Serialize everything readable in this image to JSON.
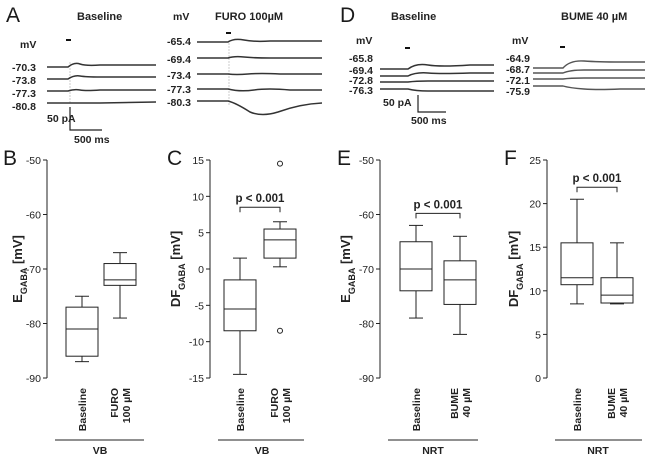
{
  "panels": {
    "A": "A",
    "B": "B",
    "C": "C",
    "D": "D",
    "E": "E",
    "F": "F"
  },
  "traces": {
    "A_left": {
      "title": "Baseline",
      "unit": "mV",
      "levels": [
        "-70.3",
        "-73.8",
        "-77.3",
        "-80.8"
      ]
    },
    "A_right": {
      "title": "FURO 100µM",
      "unit": "mV",
      "levels": [
        "-65.4",
        "-69.4",
        "-73.4",
        "-77.3",
        "-80.3"
      ]
    },
    "D_left": {
      "title": "Baseline",
      "unit": "mV",
      "levels": [
        "-65.8",
        "-69.4",
        "-72.8",
        "-76.3"
      ]
    },
    "D_right": {
      "title": "BUME 40 µM",
      "unit": "mV",
      "levels": [
        "-64.9",
        "-68.7",
        "-72.1",
        "-75.9"
      ]
    },
    "scale_A": {
      "current": "50 pA",
      "time": "500 ms"
    },
    "scale_D": {
      "current": "50 pA",
      "time": "500 ms"
    }
  },
  "chart_data": [
    {
      "panel": "B",
      "type": "box",
      "ylabel_main": "E",
      "ylabel_sub": "GABA",
      "ylabel_unit": " [mV]",
      "ylim": [
        -90,
        -50
      ],
      "yticks": [
        -90,
        -80,
        -70,
        -60,
        -50
      ],
      "yticklabels": [
        "-90",
        "-80",
        "-70",
        "-60",
        "-50"
      ],
      "categories": [
        [
          "Baseline"
        ],
        [
          "FURO",
          "100 µM"
        ]
      ],
      "group": "VB",
      "boxes": [
        {
          "min": -87,
          "q1": -86,
          "median": -81,
          "q3": -77,
          "max": -75
        },
        {
          "min": -79,
          "q1": -73,
          "median": -72,
          "q3": -69,
          "max": -67
        }
      ],
      "outliers": [
        [],
        []
      ],
      "significance": ""
    },
    {
      "panel": "C",
      "type": "box",
      "ylabel_main": "DF",
      "ylabel_sub": "GABA",
      "ylabel_unit": " [mV]",
      "ylim": [
        -15,
        15
      ],
      "yticks": [
        -15,
        -10,
        -5,
        0,
        5,
        10,
        15
      ],
      "yticklabels": [
        "-15",
        "-10",
        "-5",
        "0",
        "5",
        "10",
        "15"
      ],
      "categories": [
        [
          "Baseline"
        ],
        [
          "FURO",
          "100 µM"
        ]
      ],
      "group": "VB",
      "boxes": [
        {
          "min": -14.5,
          "q1": -8.5,
          "median": -5.5,
          "q3": -1.5,
          "max": 1.5
        },
        {
          "min": 0.3,
          "q1": 1.5,
          "median": 4,
          "q3": 5.5,
          "max": 6.5
        }
      ],
      "outliers": [
        [],
        [
          14.5,
          -8.5
        ]
      ],
      "significance": "p < 0.001"
    },
    {
      "panel": "E",
      "type": "box",
      "ylabel_main": "E",
      "ylabel_sub": "GABA",
      "ylabel_unit": " [mV]",
      "ylim": [
        -90,
        -50
      ],
      "yticks": [
        -90,
        -80,
        -70,
        -60,
        -50
      ],
      "yticklabels": [
        "-90",
        "-80",
        "-70",
        "-60",
        "-50"
      ],
      "categories": [
        [
          "Baseline"
        ],
        [
          "BUME",
          "40 µM"
        ]
      ],
      "group": "NRT",
      "boxes": [
        {
          "min": -79,
          "q1": -74,
          "median": -70,
          "q3": -65,
          "max": -62
        },
        {
          "min": -82,
          "q1": -76.5,
          "median": -72,
          "q3": -68.5,
          "max": -64
        }
      ],
      "outliers": [
        [],
        []
      ],
      "significance": "p < 0.001"
    },
    {
      "panel": "F",
      "type": "box",
      "ylabel_main": "DF",
      "ylabel_sub": "GABA",
      "ylabel_unit": " [mV]",
      "ylim": [
        0,
        25
      ],
      "yticks": [
        0,
        5,
        10,
        15,
        20,
        25
      ],
      "yticklabels": [
        "0",
        "5",
        "10",
        "15",
        "20",
        "25"
      ],
      "categories": [
        [
          "Baseline"
        ],
        [
          "BUME",
          "40 µM"
        ]
      ],
      "group": "NRT",
      "boxes": [
        {
          "min": 8.5,
          "q1": 10.7,
          "median": 11.5,
          "q3": 15.5,
          "max": 20.5
        },
        {
          "min": 8.5,
          "q1": 8.6,
          "median": 9.5,
          "q3": 11.5,
          "max": 15.5
        }
      ],
      "outliers": [
        [],
        []
      ],
      "significance": "p < 0.001"
    }
  ]
}
